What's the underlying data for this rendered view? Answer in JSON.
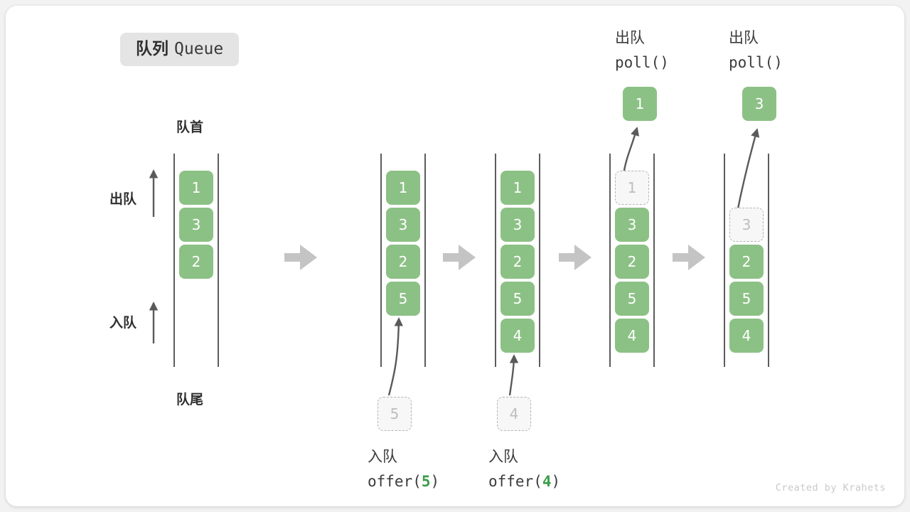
{
  "title": {
    "cn": "队列",
    "en": "Queue"
  },
  "labels": {
    "front": "队首",
    "rear": "队尾",
    "dequeue": "出队",
    "enqueue": "入队"
  },
  "watermark": "Created by Krahets",
  "colors": {
    "element_fill": "#8cc185",
    "element_text": "#ffffff",
    "ghost_fill": "#f7f7f7",
    "ghost_border": "#b4b4b4",
    "ghost_text": "#bdbdbd",
    "rail": "#4a4a4a",
    "transition_arrow": "#c4c4c4",
    "accent_number": "#3a9e4a",
    "badge_bg": "#e4e4e4",
    "text": "#3b3b3b"
  },
  "side_axis": {
    "dequeue_label": "出队",
    "enqueue_label": "入队",
    "direction": "up"
  },
  "steps": [
    {
      "id": "step-initial",
      "items": [
        "1",
        "3",
        "2"
      ],
      "ghost_index": null,
      "ghost_value": null,
      "incoming": null,
      "outgoing": null,
      "caption_cn": null,
      "caption_code": null
    },
    {
      "id": "step-offer-5",
      "items": [
        "1",
        "3",
        "2",
        "5"
      ],
      "ghost_index": null,
      "ghost_value": null,
      "incoming": "5",
      "outgoing": null,
      "caption_cn": "入队",
      "caption_code_prefix": "offer(",
      "caption_code_num": "5",
      "caption_code_suffix": ")"
    },
    {
      "id": "step-offer-4",
      "items": [
        "1",
        "3",
        "2",
        "5",
        "4"
      ],
      "ghost_index": null,
      "ghost_value": null,
      "incoming": "4",
      "outgoing": null,
      "caption_cn": "入队",
      "caption_code_prefix": "offer(",
      "caption_code_num": "4",
      "caption_code_suffix": ")"
    },
    {
      "id": "step-poll-1",
      "items": [
        "3",
        "2",
        "5",
        "4"
      ],
      "ghost_index": 0,
      "ghost_value": "1",
      "incoming": null,
      "outgoing": "1",
      "caption_cn": "出队",
      "caption_code_prefix": "poll(",
      "caption_code_num": "",
      "caption_code_suffix": ")"
    },
    {
      "id": "step-poll-3",
      "items": [
        "2",
        "5",
        "4"
      ],
      "ghost_index": 1,
      "ghost_value": "3",
      "incoming": null,
      "outgoing": "3",
      "caption_cn": "出队",
      "caption_code_prefix": "poll(",
      "caption_code_num": "",
      "caption_code_suffix": ")"
    }
  ],
  "transitions": [
    "→",
    "→",
    "→",
    "→"
  ]
}
